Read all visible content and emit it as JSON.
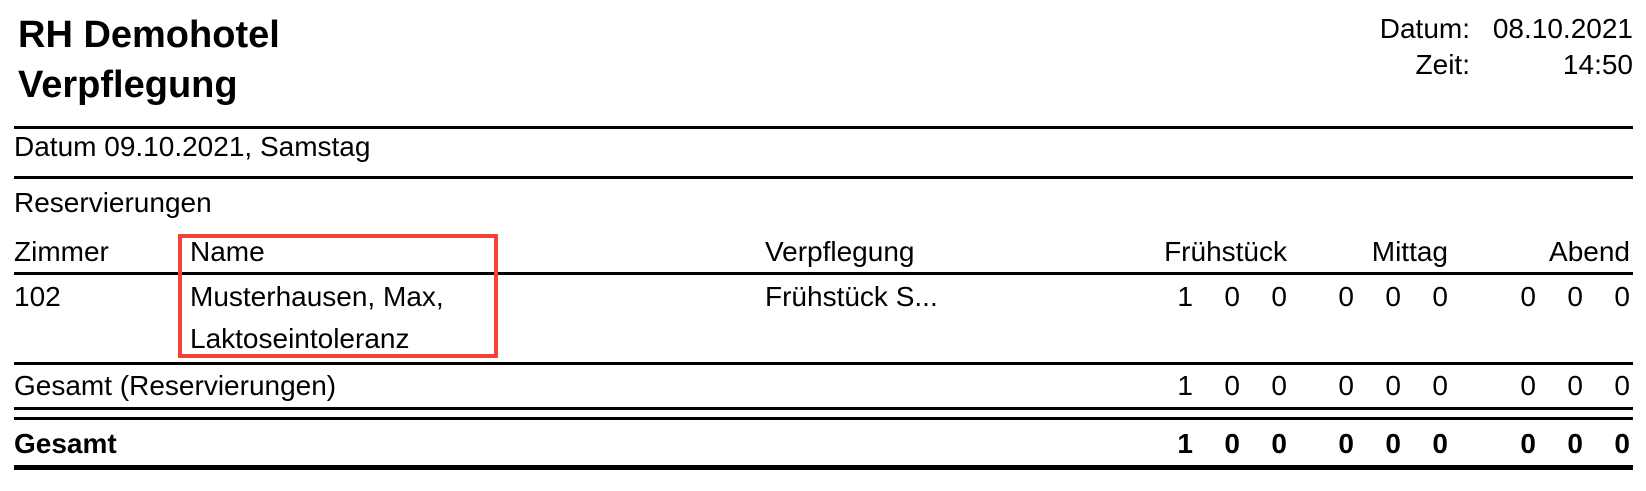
{
  "header": {
    "title_line1": "RH Demohotel",
    "title_line2": "Verpflegung",
    "date_label": "Datum:",
    "date_value": "08.10.2021",
    "time_label": "Zeit:",
    "time_value": "14:50"
  },
  "document": {
    "day_line": "Datum 09.10.2021, Samstag",
    "section_title": "Reservierungen"
  },
  "table": {
    "columns": {
      "zimmer": "Zimmer",
      "name": "Name",
      "verpflegung": "Verpflegung",
      "fruehstueck": "Frühstück",
      "mittag": "Mittag",
      "abend": "Abend"
    },
    "row": {
      "zimmer": "102",
      "name_line1": "Musterhausen, Max,",
      "name_line2": "Laktoseintoleranz",
      "verpflegung": "Frühstück S...",
      "counts": [
        "1",
        "0",
        "0",
        "0",
        "0",
        "0",
        "0",
        "0",
        "0"
      ]
    },
    "subtotal": {
      "label": "Gesamt (Reservierungen)",
      "counts": [
        "1",
        "0",
        "0",
        "0",
        "0",
        "0",
        "0",
        "0",
        "0"
      ]
    },
    "total": {
      "label": "Gesamt",
      "counts": [
        "1",
        "0",
        "0",
        "0",
        "0",
        "0",
        "0",
        "0",
        "0"
      ]
    }
  },
  "annotation": {
    "red_box_color": "#f44336"
  }
}
